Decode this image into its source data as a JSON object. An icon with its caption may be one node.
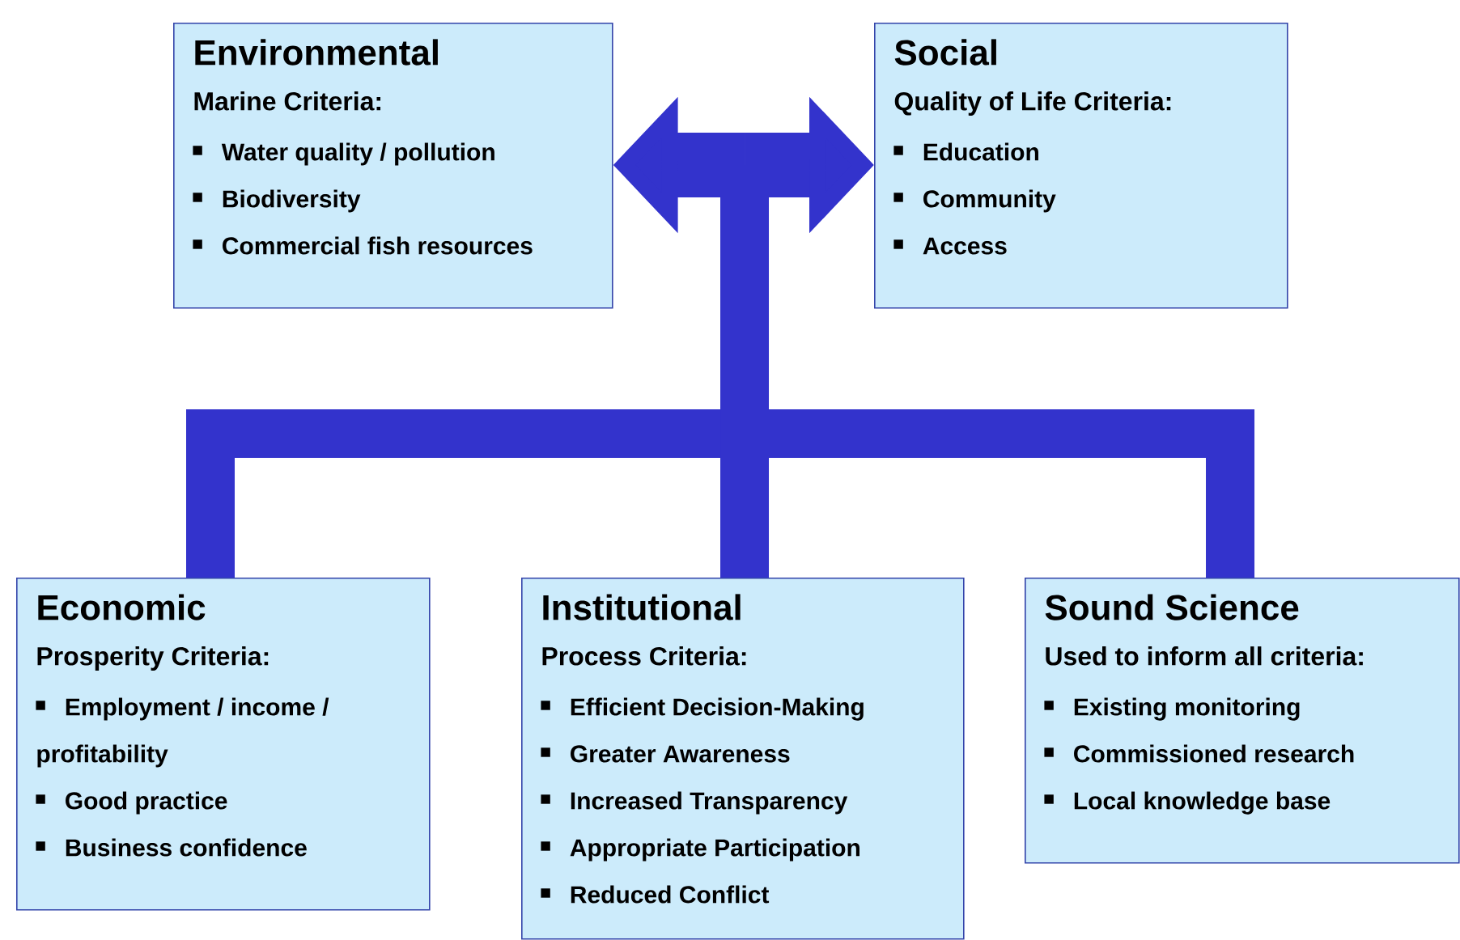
{
  "diagram": {
    "nodes": [
      {
        "text": [
          "Environmental",
          "Marine Criteria:",
          "Water quality / pollution",
          "Biodiversity",
          "Commercial fish resources"
        ]
      },
      {
        "text": [
          "Social",
          "Quality of Life Criteria:",
          "Education",
          "Community",
          "Access"
        ]
      },
      {
        "text": [
          "Economic",
          "Prosperity Criteria:",
          "Employment / income / profitability",
          "Good practice",
          "Business confidence"
        ]
      },
      {
        "text": [
          "Institutional",
          "Process Criteria:",
          "Efficient Decision-Making",
          "Greater Awareness",
          "Increased Transparency",
          "Appropriate Participation",
          "Reduced Conflict"
        ]
      },
      {
        "text": [
          "Sound Science",
          "Used to inform all criteria:",
          "Existing monitoring",
          "Commissioned research",
          "Local knowledge base"
        ]
      }
    ],
    "edges": [
      {
        "from": 0,
        "to": 1,
        "arrow": "both"
      },
      {
        "from": 2,
        "to": 0,
        "arrow": "to"
      },
      {
        "from": 2,
        "to": 1,
        "arrow": "to"
      },
      {
        "from": 3,
        "to": 0,
        "arrow": "to"
      },
      {
        "from": 3,
        "to": 1,
        "arrow": "to"
      },
      {
        "from": 4,
        "to": 0,
        "arrow": "to"
      },
      {
        "from": 4,
        "to": 1,
        "arrow": "to"
      }
    ]
  }
}
